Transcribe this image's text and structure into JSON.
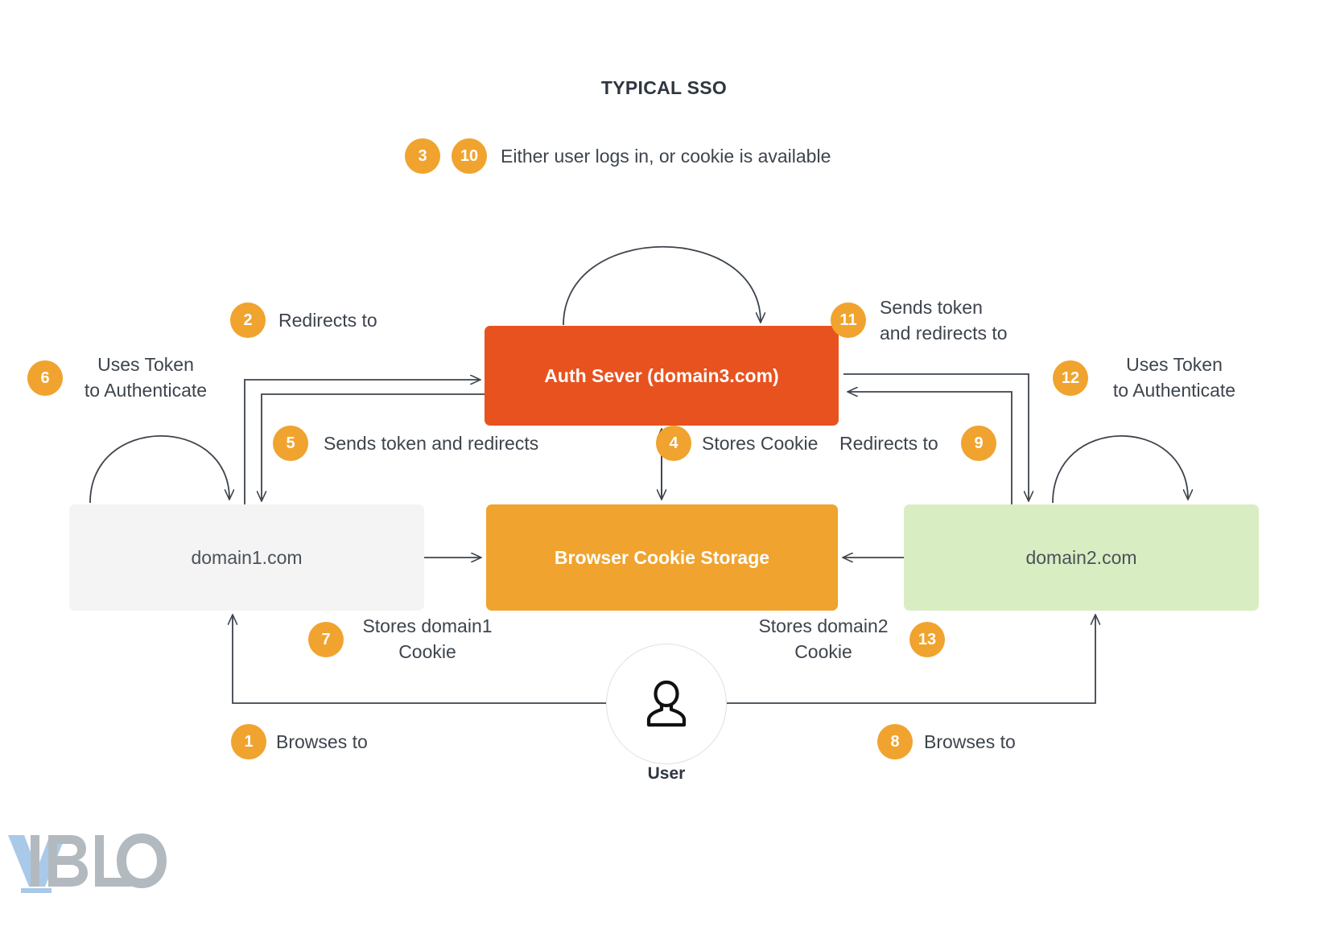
{
  "diagram": {
    "title": "TYPICAL SSO",
    "type": "flow-diagram",
    "colors": {
      "auth_box": "#e8521f",
      "cookie_box": "#f0a32e",
      "domain1_box": "#f4f4f4",
      "domain2_box": "#d9edc2",
      "badge": "#f0a32e",
      "text": "#3d444d",
      "wire": "#3d444d"
    }
  },
  "nodes": {
    "auth_server": "Auth Sever (domain3.com)",
    "domain1": "domain1.com",
    "cookie_storage": "Browser Cookie Storage",
    "domain2": "domain2.com",
    "user": "User"
  },
  "steps": [
    {
      "n": "1",
      "label": "Browses to"
    },
    {
      "n": "2",
      "label": "Redirects to"
    },
    {
      "n": "3",
      "label": "Either user logs in, or cookie is available"
    },
    {
      "n": "4",
      "label": "Stores Cookie"
    },
    {
      "n": "5",
      "label": "Sends token and redirects"
    },
    {
      "n": "6",
      "label": "Uses Token\nto Authenticate"
    },
    {
      "n": "7",
      "label": "Stores domain1\nCookie"
    },
    {
      "n": "8",
      "label": "Browses to"
    },
    {
      "n": "9",
      "label": "Redirects to"
    },
    {
      "n": "10",
      "label": "Either user logs in, or cookie is available"
    },
    {
      "n": "11",
      "label": "Sends token\nand redirects to"
    },
    {
      "n": "12",
      "label": "Uses Token\nto Authenticate"
    },
    {
      "n": "13",
      "label": "Stores domain2\nCookie"
    }
  ],
  "annotations": {
    "top_shared": "Either user logs in, or cookie is available",
    "step2": "Redirects to",
    "step6": "Uses Token\nto Authenticate",
    "step5": "Sends token and redirects",
    "step4": "Stores Cookie",
    "step9": "Redirects to",
    "step11": "Sends token\nand redirects to",
    "step12": "Uses Token\nto Authenticate",
    "step7": "Stores domain1\nCookie",
    "step13": "Stores domain2\nCookie",
    "step1": "Browses to",
    "step8": "Browses to"
  },
  "badges": {
    "b1": "1",
    "b2": "2",
    "b3": "3",
    "b4": "4",
    "b5": "5",
    "b6": "6",
    "b7": "7",
    "b8": "8",
    "b9": "9",
    "b10": "10",
    "b11": "11",
    "b12": "12",
    "b13": "13"
  },
  "logo": {
    "v": "V",
    "rest": "IBLO",
    "v_color": "#a9c9e8",
    "rest_color": "#b2babf"
  }
}
